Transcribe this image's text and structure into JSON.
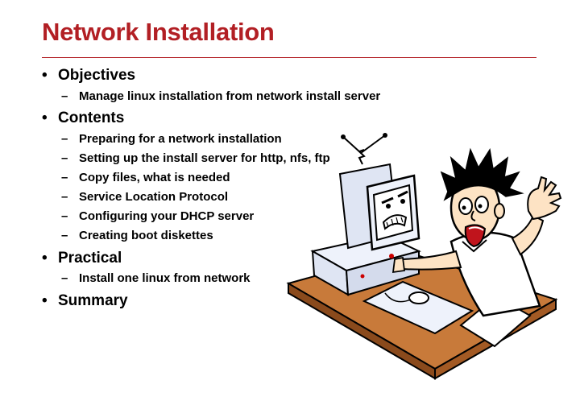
{
  "title": "Network Installation",
  "outline": [
    {
      "label": "Objectives",
      "children": [
        "Manage linux installation from network install server"
      ]
    },
    {
      "label": "Contents",
      "children": [
        "Preparing for a network installation",
        "Setting up the install server for http, nfs, ftp",
        "Copy files, what is needed",
        "Service Location Protocol",
        "Configuring your DHCP server",
        "Creating boot diskettes"
      ]
    },
    {
      "label": "Practical",
      "children": [
        "Install one linux from network"
      ]
    },
    {
      "label": "Summary",
      "children": []
    }
  ],
  "colors": {
    "title": "#b21f24",
    "rule": "#b21f24",
    "text": "#000000"
  },
  "illustration": {
    "icon": "frustrated-user-at-computer-icon"
  }
}
